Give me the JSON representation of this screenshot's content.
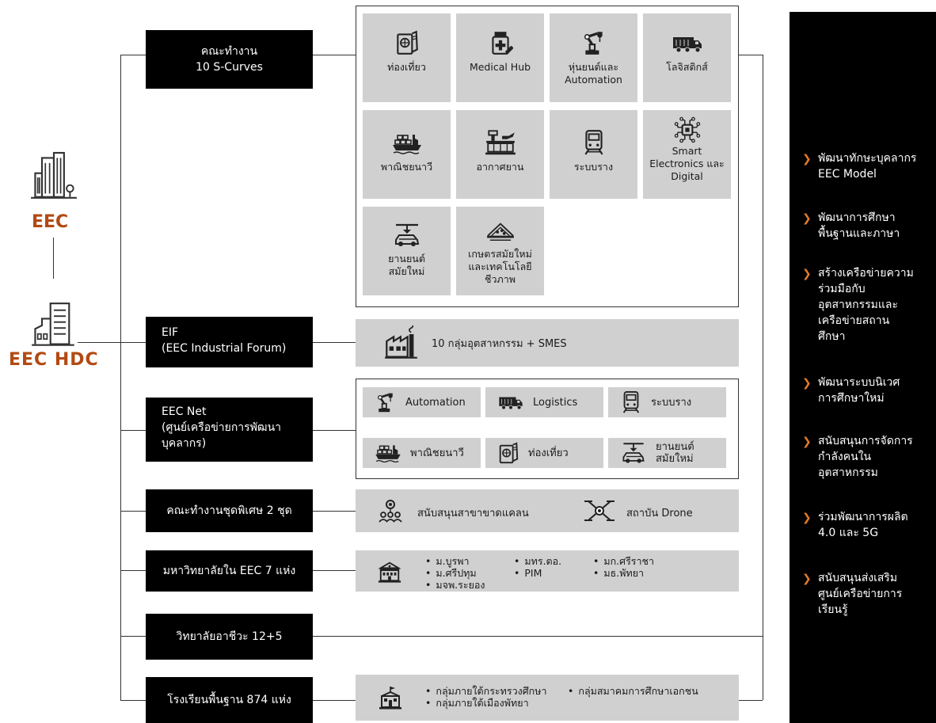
{
  "left_brand": {
    "eec_label": "EEC",
    "eec_hdc_label": "EEC HDC"
  },
  "groups": {
    "s_curves": {
      "label_lines": [
        "คณะทำงาน",
        "10 S-Curves"
      ],
      "tiles": [
        {
          "icon": "passport-icon",
          "lines": [
            "ท่องเที่ยว"
          ]
        },
        {
          "icon": "medicine-bottle-icon",
          "lines": [
            "Medical Hub"
          ]
        },
        {
          "icon": "robot-arm-icon",
          "lines": [
            "หุ่นยนต์และ",
            "Automation"
          ]
        },
        {
          "icon": "truck-icon",
          "lines": [
            "โลจิสติกส์"
          ]
        },
        {
          "icon": "cargo-ship-icon",
          "lines": [
            "พาณิชยนาวี"
          ]
        },
        {
          "icon": "airport-icon",
          "lines": [
            "อากาศยาน"
          ]
        },
        {
          "icon": "train-icon",
          "lines": [
            "ระบบราง"
          ]
        },
        {
          "icon": "circuit-chip-icon",
          "lines": [
            "Smart",
            "Electronics และ",
            "Digital"
          ]
        },
        {
          "icon": "car-assembly-icon",
          "lines": [
            "ยานยนต์",
            "สมัยใหม่"
          ]
        },
        {
          "icon": "smart-farm-icon",
          "lines": [
            "เกษตรสมัยใหม่",
            "และเทคโนโลยี",
            "ชีวภาพ"
          ]
        }
      ]
    },
    "eif": {
      "label_lines": [
        "EIF",
        "(EEC Industrial Forum)"
      ],
      "content": {
        "icon": "factory-icon",
        "text": "10 กลุ่มอุตสาหกรรม + SMES"
      }
    },
    "eec_net": {
      "label_lines": [
        "EEC Net",
        "(ศูนย์เครือข่ายการพัฒนา",
        "บุคลากร)"
      ],
      "cells": [
        {
          "icon": "robot-arm-icon",
          "lines": [
            "Automation"
          ]
        },
        {
          "icon": "truck-icon",
          "lines": [
            "Logistics"
          ]
        },
        {
          "icon": "train-icon",
          "lines": [
            "ระบบราง"
          ]
        },
        {
          "icon": "cargo-ship-icon",
          "lines": [
            "พาณิชยนาวี"
          ]
        },
        {
          "icon": "passport-icon",
          "lines": [
            "ท่องเที่ยว"
          ]
        },
        {
          "icon": "car-assembly-icon",
          "lines": [
            "ยานยนต์",
            "สมัยใหม่"
          ]
        }
      ]
    },
    "special": {
      "label": "คณะทำงานชุดพิเศษ 2 ชุด",
      "items": [
        {
          "icon": "people-network-icon",
          "text": "สนับสนุนสาขาขาดแคลน"
        },
        {
          "icon": "drone-icon",
          "text": "สถาบัน Drone"
        }
      ]
    },
    "universities": {
      "label": "มหาวิทยาลัยใน EEC 7 แห่ง",
      "icon": "university-building-icon",
      "col1": [
        "ม.บูรพา",
        "ม.ศรีปทุม",
        "มจพ.ระยอง"
      ],
      "col2": [
        "มทร.ตอ.",
        "PIM"
      ],
      "col3": [
        "มก.ศรีราชา",
        "มธ.พัทยา"
      ]
    },
    "vocational": {
      "label": "วิทยาลัยอาชีวะ 12+5"
    },
    "schools": {
      "label": "โรงเรียนพื้นฐาน 874 แห่ง",
      "icon": "school-icon",
      "col1": [
        "กลุ่มภายใต้กระทรวงศึกษา",
        "กลุ่มภายใต้เมืองพัทยา"
      ],
      "col2": [
        "กลุ่มสมาคมการศึกษาเอกชน"
      ]
    }
  },
  "right_panel": {
    "items": [
      {
        "lines": [
          "พัฒนาทักษะบุคลากร",
          "EEC Model"
        ]
      },
      {
        "lines": [
          "พัฒนาการศึกษา",
          "พื้นฐานและภาษา"
        ]
      },
      {
        "lines": [
          "สร้างเครือข่ายความ",
          "ร่วมมือกับ",
          "อุตสาหกรรมและ",
          "เครือข่ายสถาน",
          "ศึกษา"
        ]
      },
      {
        "lines": [
          "พัฒนาระบบนิเวศ",
          "การศึกษาใหม่"
        ]
      },
      {
        "lines": [
          "สนับสนุนการจัดการ",
          "กำลังคนใน",
          "อุตสาหกรรม"
        ]
      },
      {
        "lines": [
          "ร่วมพัฒนาการผลิต",
          "4.0 และ 5G"
        ]
      },
      {
        "lines": [
          "สนับสนุนส่งเสริม",
          "ศูนย์เครือข่ายการ",
          "เรียนรู้"
        ]
      }
    ]
  },
  "colors": {
    "brand": "#b24a13",
    "arrow": "#e07a2a",
    "box": "#000000",
    "tile": "#d0d0d0"
  }
}
